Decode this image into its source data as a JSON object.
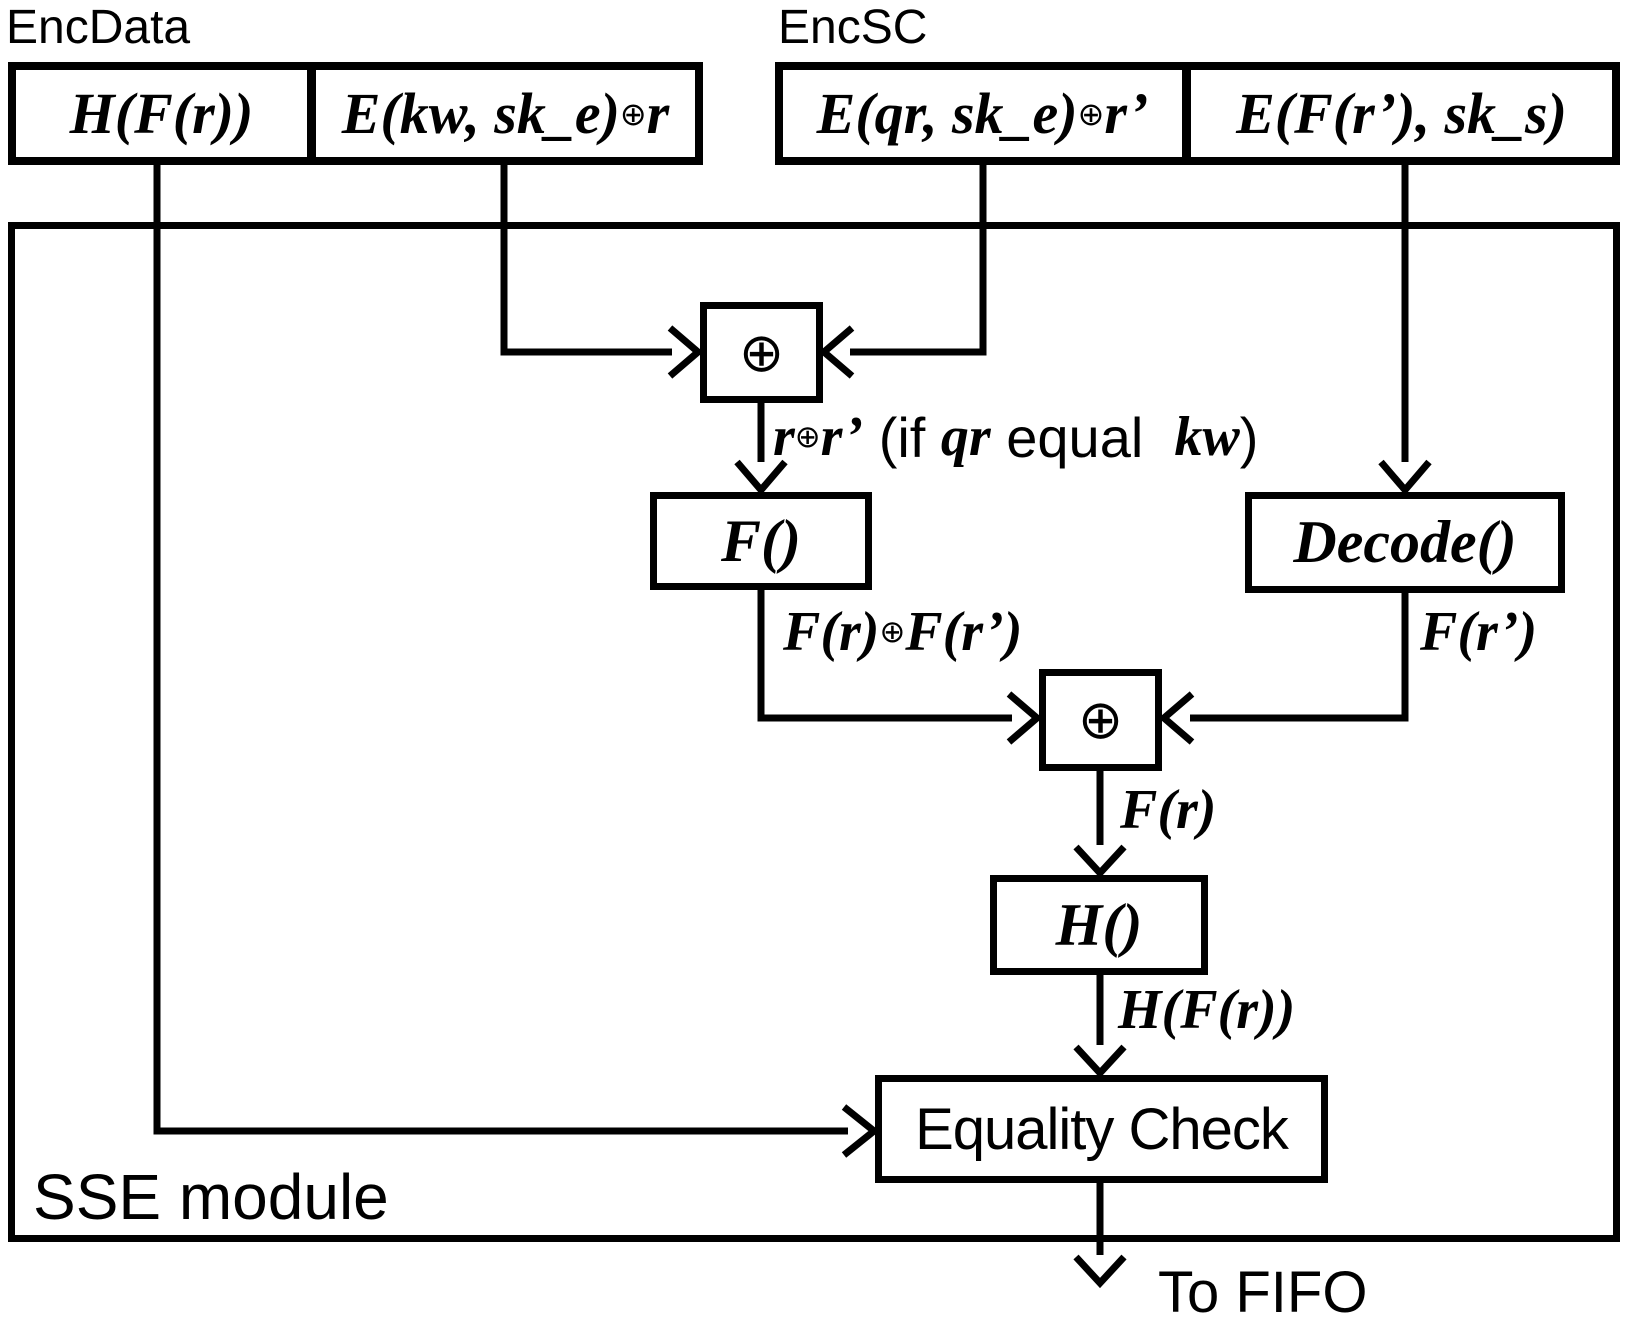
{
  "colors": {
    "ink": "#000000",
    "paper": "#ffffff"
  },
  "encdata": {
    "label": "EncData",
    "cell1": "H(F(r))",
    "cell2_pre": "E(kw, sk_e)",
    "cell2_op": "⊕",
    "cell2_post": "r"
  },
  "encsc": {
    "label": "EncSC",
    "cell1_pre": "E(qr, sk_e)",
    "cell1_op": "⊕",
    "cell1_post": "r’",
    "cell2": "E(F(r’), sk_s)"
  },
  "module": {
    "label": "SSE module"
  },
  "nodes": {
    "xor1": "⊕",
    "xor2": "⊕",
    "f": "F()",
    "decode": "Decode()",
    "h": "H()",
    "equality": "Equality Check"
  },
  "edges": {
    "xor1_out": {
      "pre": "r",
      "op": "⊕",
      "post": "r’",
      "cond_open": " (if ",
      "cond_qr": "qr",
      "cond_mid": " equal  ",
      "cond_kw": "kw",
      "cond_close": ")"
    },
    "f_out": {
      "pre": "F(r)",
      "op": "⊕",
      "post": "F(r’)"
    },
    "decode_out": "F(r’)",
    "xor2_out": "F(r)",
    "h_out": "H(F(r))",
    "fifo": "To FIFO"
  }
}
